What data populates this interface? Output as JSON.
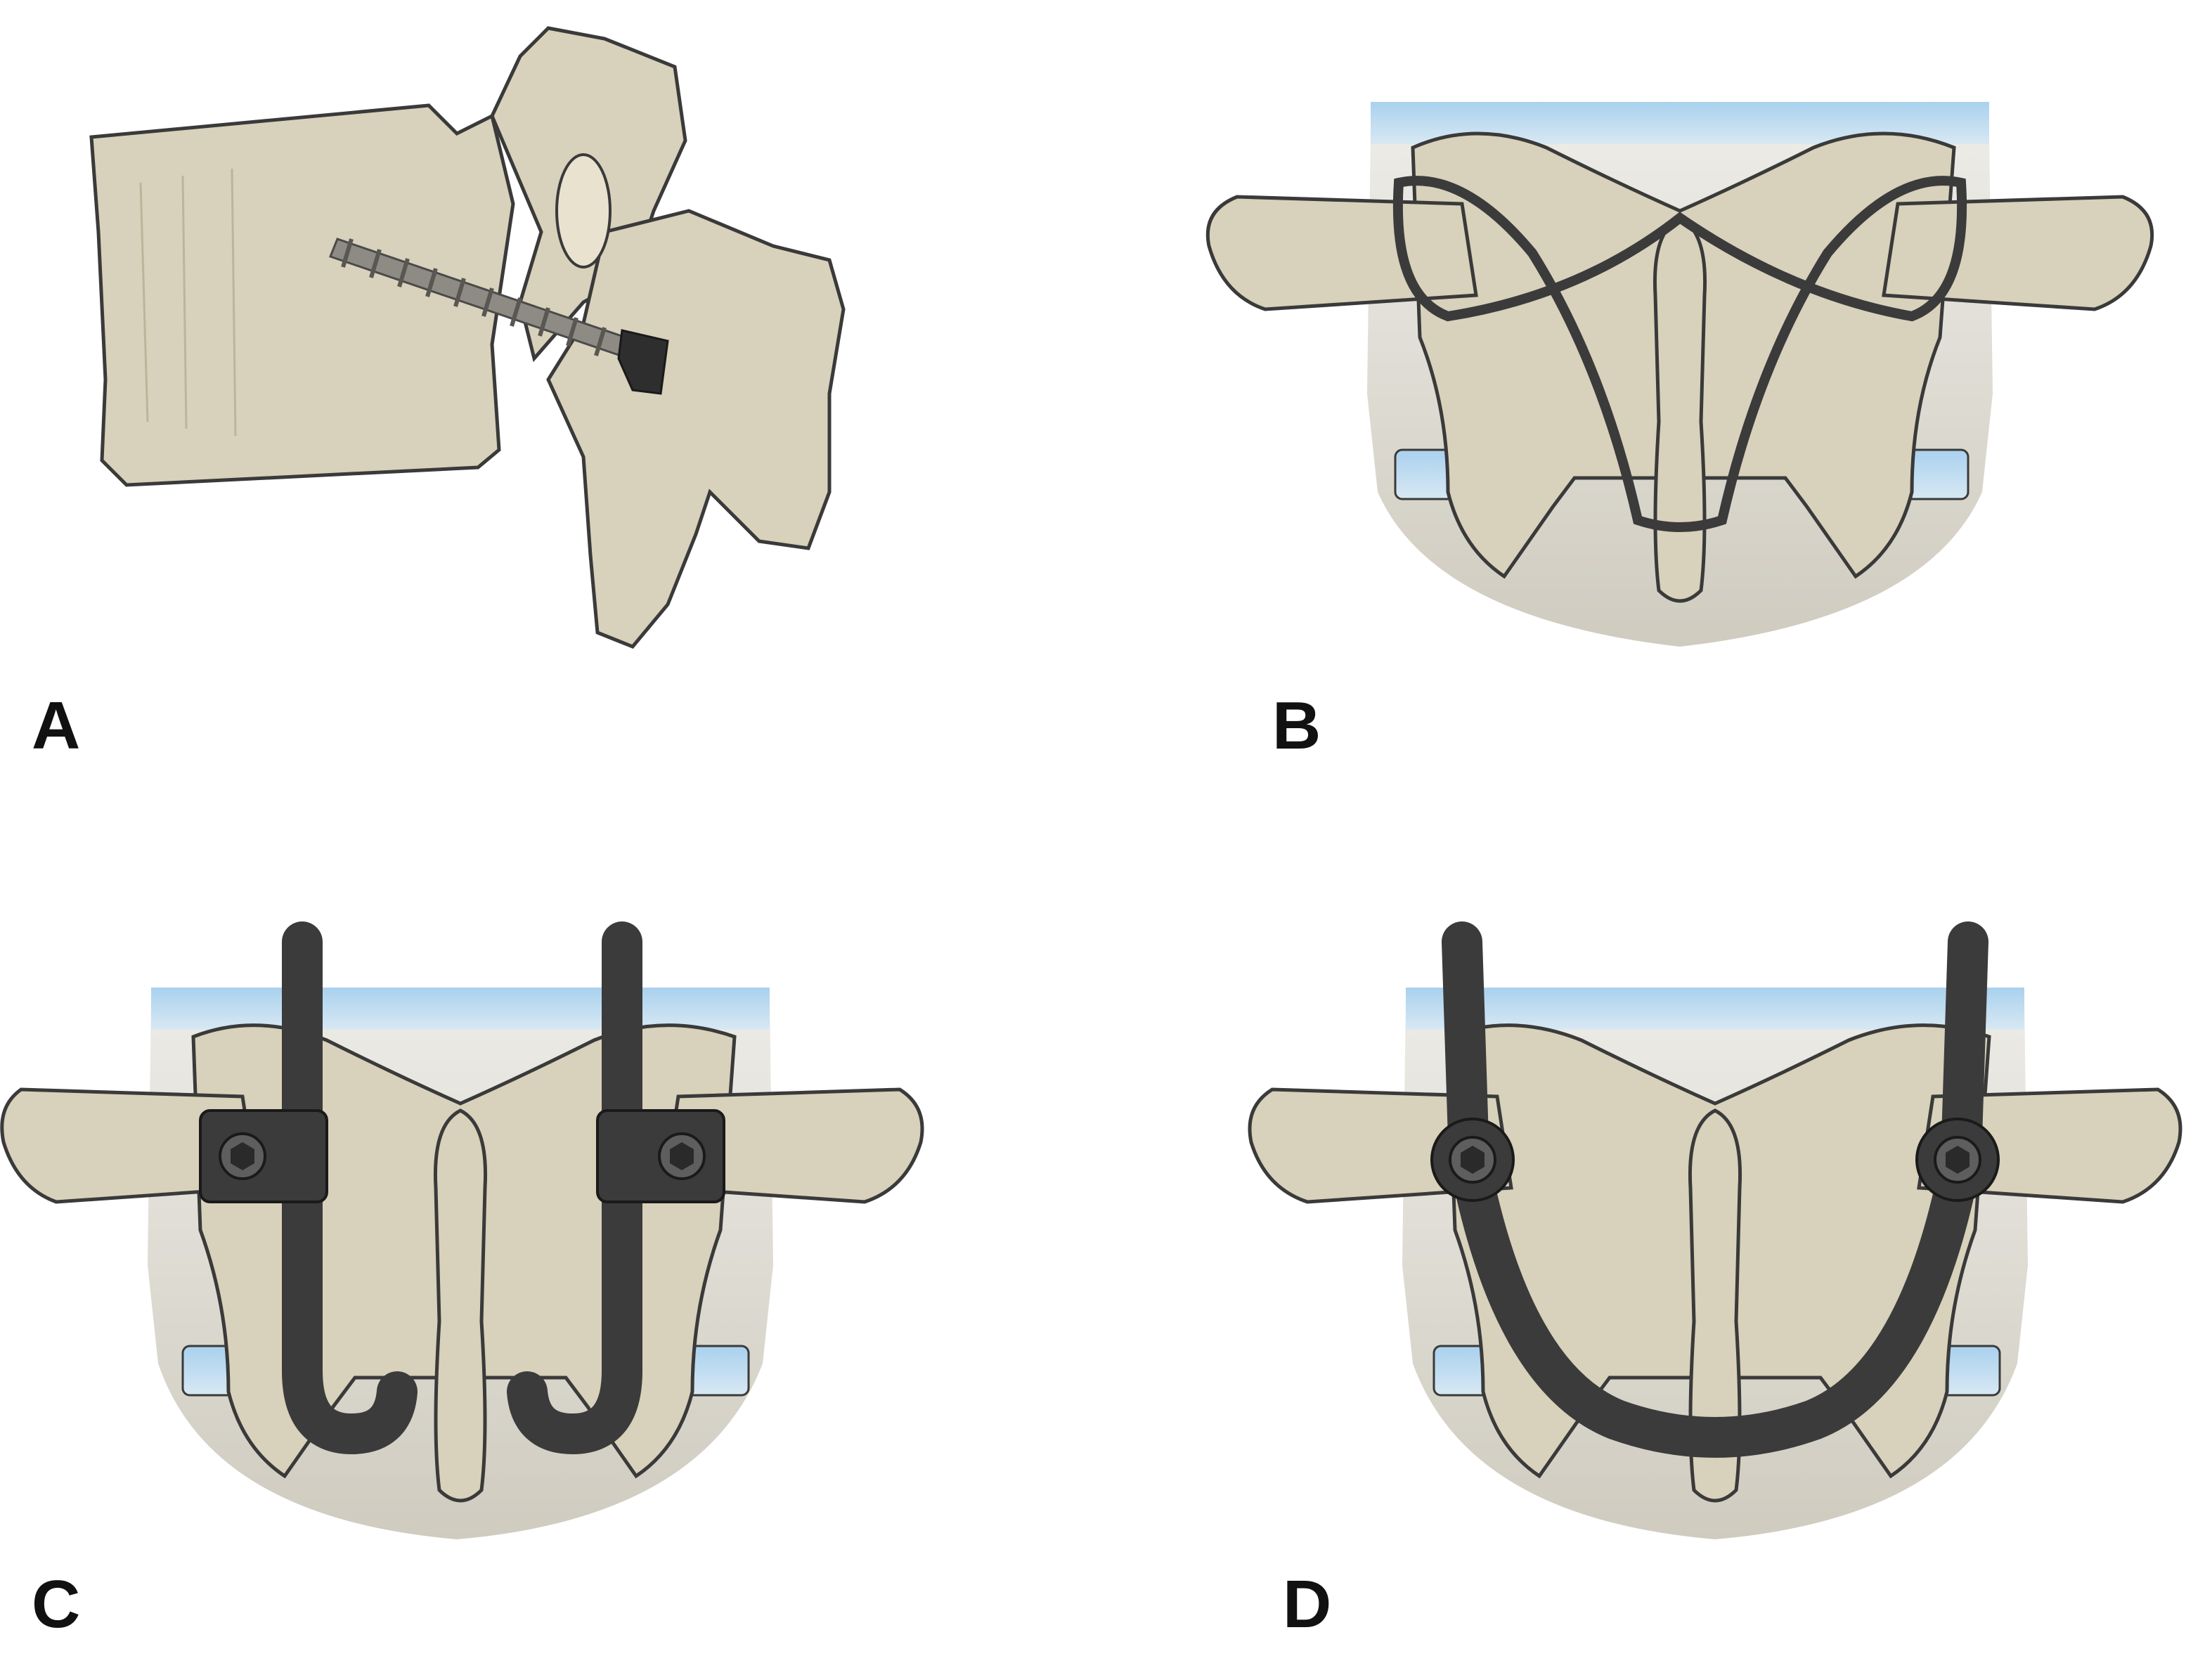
{
  "colors": {
    "bone": "#d8d1bb",
    "bone_shadow": "#bdb49a",
    "outline": "#3a3a3a",
    "ligament": "#e6e2d8",
    "disc_blue": "#b6d6ec",
    "hardware_dark": "#3b3b3b",
    "hardware_mid": "#5e5e5e",
    "screw": "#8e8b85"
  },
  "panels": [
    {
      "id": "A",
      "label": "A",
      "icon": "lateral-vertebra-with-translaminar-screw"
    },
    {
      "id": "B",
      "label": "B",
      "icon": "posterior-view-with-figure-eight-wiring"
    },
    {
      "id": "C",
      "label": "C",
      "icon": "posterior-view-with-hook-rods"
    },
    {
      "id": "D",
      "label": "D",
      "icon": "posterior-view-with-u-rod-and-screws"
    }
  ]
}
